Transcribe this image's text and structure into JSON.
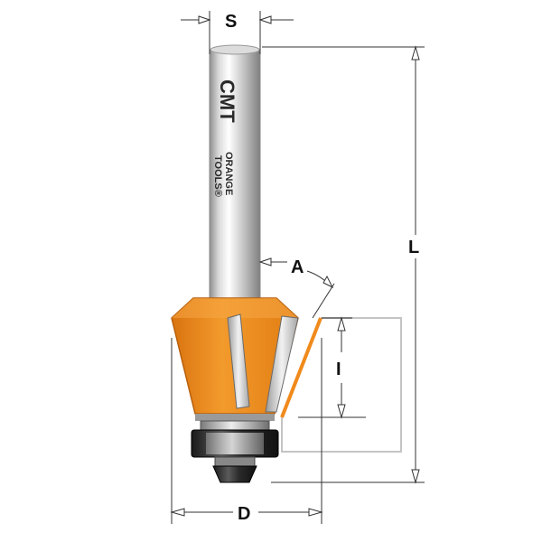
{
  "labels": {
    "shank_diameter": "S",
    "total_length": "L",
    "angle": "A",
    "cutting_height": "I",
    "cutting_diameter": "D"
  },
  "branding": {
    "logo": "CMT",
    "line1": "ORANGE",
    "line2": "TOOLS®"
  },
  "colors": {
    "cutter_body": "#f08a1c",
    "cutter_shadow": "#c9680e",
    "shank_light": "#e6e6e6",
    "shank_dark": "#8c8c8c",
    "bearing": "#2b2b2b",
    "workpiece_outline": "#bdbdbd",
    "dimension_line": "#333333"
  }
}
